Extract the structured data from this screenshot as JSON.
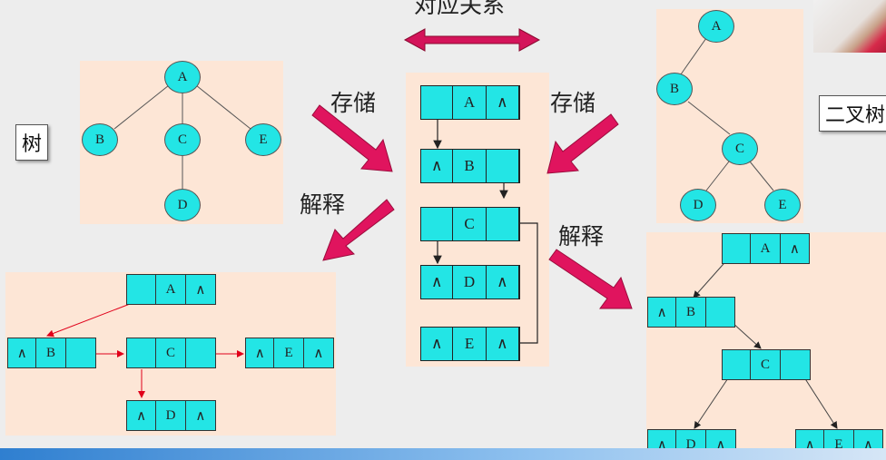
{
  "labels": {
    "top": "对应关系",
    "store_left": "存储",
    "store_right": "存储",
    "interp_left": "解释",
    "interp_right": "解释",
    "tree": "树",
    "binary_tree": "二叉树"
  },
  "tree": {
    "A": "A",
    "B": "B",
    "C": "C",
    "D": "D",
    "E": "E"
  },
  "binary_tree": {
    "A": "A",
    "B": "B",
    "C": "C",
    "D": "D",
    "E": "E"
  },
  "null_symbol": "∧",
  "center_list": [
    {
      "id": "A",
      "cells": [
        "",
        "A",
        "∧"
      ]
    },
    {
      "id": "B",
      "cells": [
        "∧",
        "B",
        ""
      ]
    },
    {
      "id": "C",
      "cells": [
        "",
        "C",
        ""
      ]
    },
    {
      "id": "D",
      "cells": [
        "∧",
        "D",
        "∧"
      ]
    },
    {
      "id": "E",
      "cells": [
        "∧",
        "E",
        "∧"
      ]
    }
  ],
  "left_list": [
    {
      "id": "A",
      "cells": [
        "",
        "A",
        "∧"
      ]
    },
    {
      "id": "B",
      "cells": [
        "∧",
        "B",
        ""
      ]
    },
    {
      "id": "C",
      "cells": [
        "",
        "C",
        ""
      ]
    },
    {
      "id": "E",
      "cells": [
        "∧",
        "E",
        "∧"
      ]
    },
    {
      "id": "D",
      "cells": [
        "∧",
        "D",
        "∧"
      ]
    }
  ],
  "right_list": [
    {
      "id": "A",
      "cells": [
        "",
        "A",
        "∧"
      ]
    },
    {
      "id": "B",
      "cells": [
        "∧",
        "B",
        ""
      ]
    },
    {
      "id": "C",
      "cells": [
        "",
        "C",
        ""
      ]
    },
    {
      "id": "D",
      "cells": [
        "∧",
        "D",
        "∧"
      ]
    },
    {
      "id": "E",
      "cells": [
        "∧",
        "E",
        "∧"
      ]
    }
  ]
}
